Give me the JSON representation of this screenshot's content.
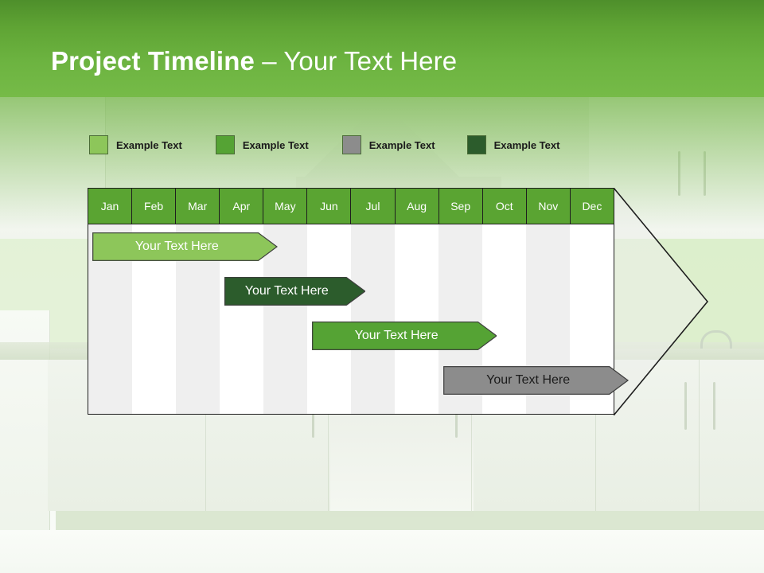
{
  "header": {
    "title_strong": "Project Timeline",
    "title_light": " – Your Text Here"
  },
  "colors": {
    "band_green": "#6cb340",
    "header_cell_green": "#5aa432",
    "light_green": "#8dc65a",
    "medium_green": "#55a334",
    "gray": "#8c8c8c",
    "dark_green": "#2c5c2c",
    "grid_stripe": "#efefef",
    "outline": "#1e1e1e"
  },
  "legend": {
    "items": [
      {
        "label": "Example Text",
        "color": "#8dc65a",
        "name": "legend-swatch-light-green"
      },
      {
        "label": "Example Text",
        "color": "#55a334",
        "name": "legend-swatch-medium-green"
      },
      {
        "label": "Example Text",
        "color": "#8c8c8c",
        "name": "legend-swatch-gray"
      },
      {
        "label": "Example Text",
        "color": "#2c5c2c",
        "name": "legend-swatch-dark-green"
      }
    ]
  },
  "chart_data": {
    "type": "bar",
    "title": "Project Timeline – Your Text Here",
    "xlabel": "",
    "ylabel": "",
    "orientation": "horizontal",
    "grid": true,
    "legend_position": "top",
    "categories": [
      "Jan",
      "Feb",
      "Mar",
      "Apr",
      "May",
      "Jun",
      "Jul",
      "Aug",
      "Sep",
      "Oct",
      "Nov",
      "Dec"
    ],
    "series": [
      {
        "name": "Example Text",
        "label": "Your  Text Here",
        "color": "#8dc65a",
        "text_color": "#ffffff",
        "start_month": "Jan",
        "end_month": "Apr",
        "start_index": 0,
        "end_index": 4,
        "row": 0
      },
      {
        "name": "Example Text",
        "label": "Your  Text Here",
        "color": "#2c5c2c",
        "text_color": "#ffffff",
        "start_month": "Apr",
        "end_month": "Jun",
        "start_index": 3,
        "end_index": 6,
        "row": 1
      },
      {
        "name": "Example Text",
        "label": "Your  Text Here",
        "color": "#55a334",
        "text_color": "#ffffff",
        "start_month": "Jun",
        "end_month": "Sep",
        "start_index": 5,
        "end_index": 9,
        "row": 2
      },
      {
        "name": "Example Text",
        "label": "Your  Text Here",
        "color": "#8c8c8c",
        "text_color": "#1b1b1b",
        "start_month": "Sep",
        "end_month": "Dec",
        "start_index": 8,
        "end_index": 12,
        "row": 3
      }
    ]
  }
}
